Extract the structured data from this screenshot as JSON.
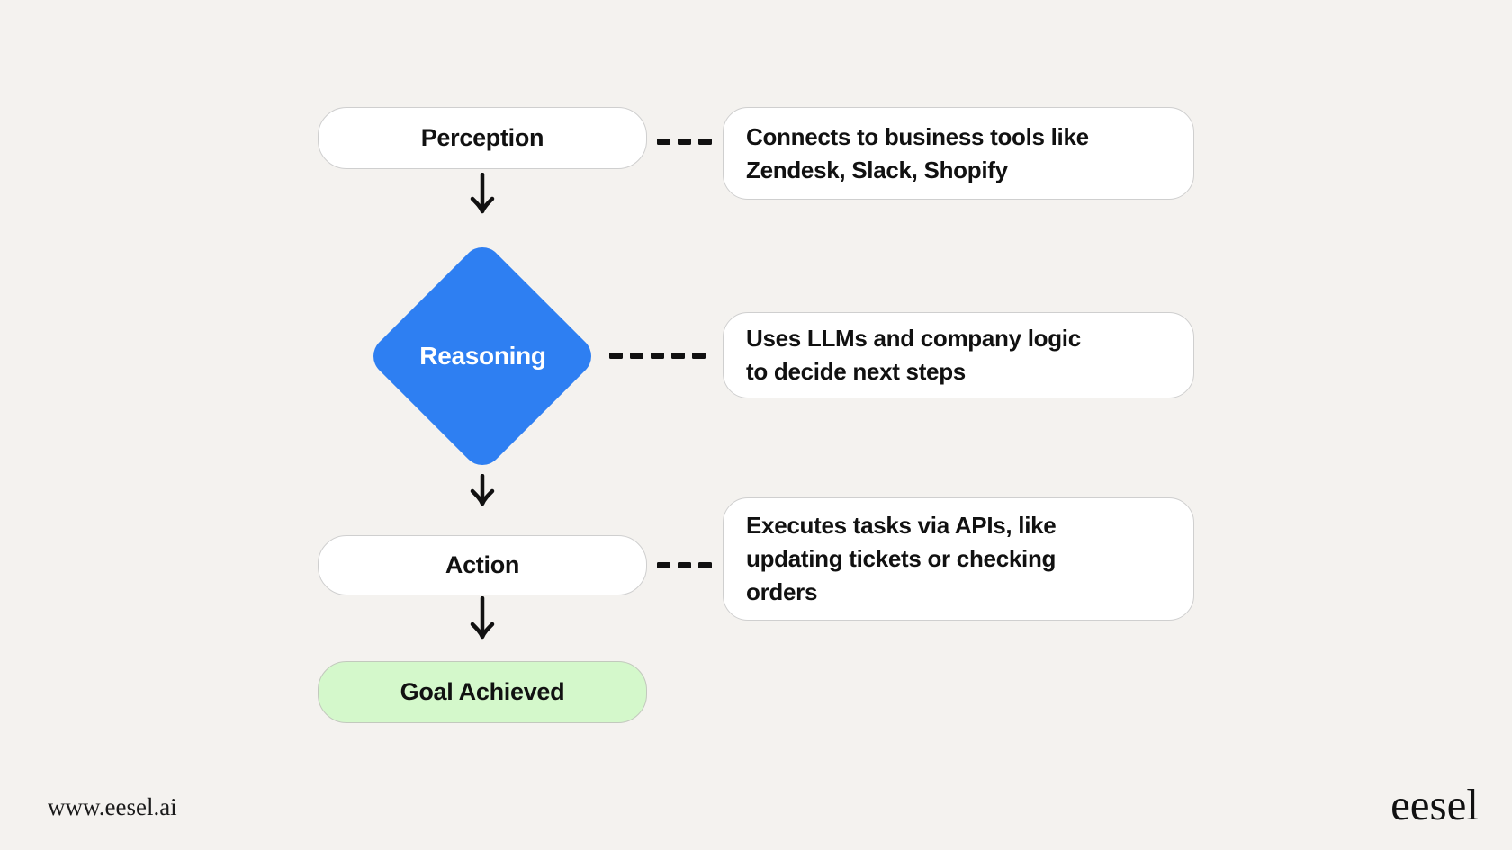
{
  "canvas": {
    "background": "#f4f2ef"
  },
  "flow": {
    "nodes": [
      {
        "id": "perception",
        "label": "Perception",
        "shape": "rounded-rect"
      },
      {
        "id": "reasoning",
        "label": "Reasoning",
        "shape": "diamond"
      },
      {
        "id": "action",
        "label": "Action",
        "shape": "rounded-rect"
      },
      {
        "id": "goal",
        "label": "Goal Achieved",
        "shape": "rounded-rect"
      }
    ],
    "annotations": [
      {
        "for": "perception",
        "lines": [
          "Connects to business tools like",
          "Zendesk, Slack, Shopify"
        ]
      },
      {
        "for": "reasoning",
        "lines": [
          "Uses LLMs and company logic",
          "to decide next steps"
        ]
      },
      {
        "for": "action",
        "lines": [
          "Executes tasks via APIs, like",
          "updating tickets or checking",
          "orders"
        ]
      }
    ],
    "colors": {
      "diamond_fill": "#2e7ff2",
      "diamond_text": "#ffffff",
      "goal_fill": "#d4f8cb",
      "node_fill": "#ffffff",
      "node_border": "#cfcfcf",
      "connector": "#111111",
      "text": "#111111"
    }
  },
  "footer": {
    "website_url": "www.eesel.ai",
    "brand": "eesel"
  }
}
